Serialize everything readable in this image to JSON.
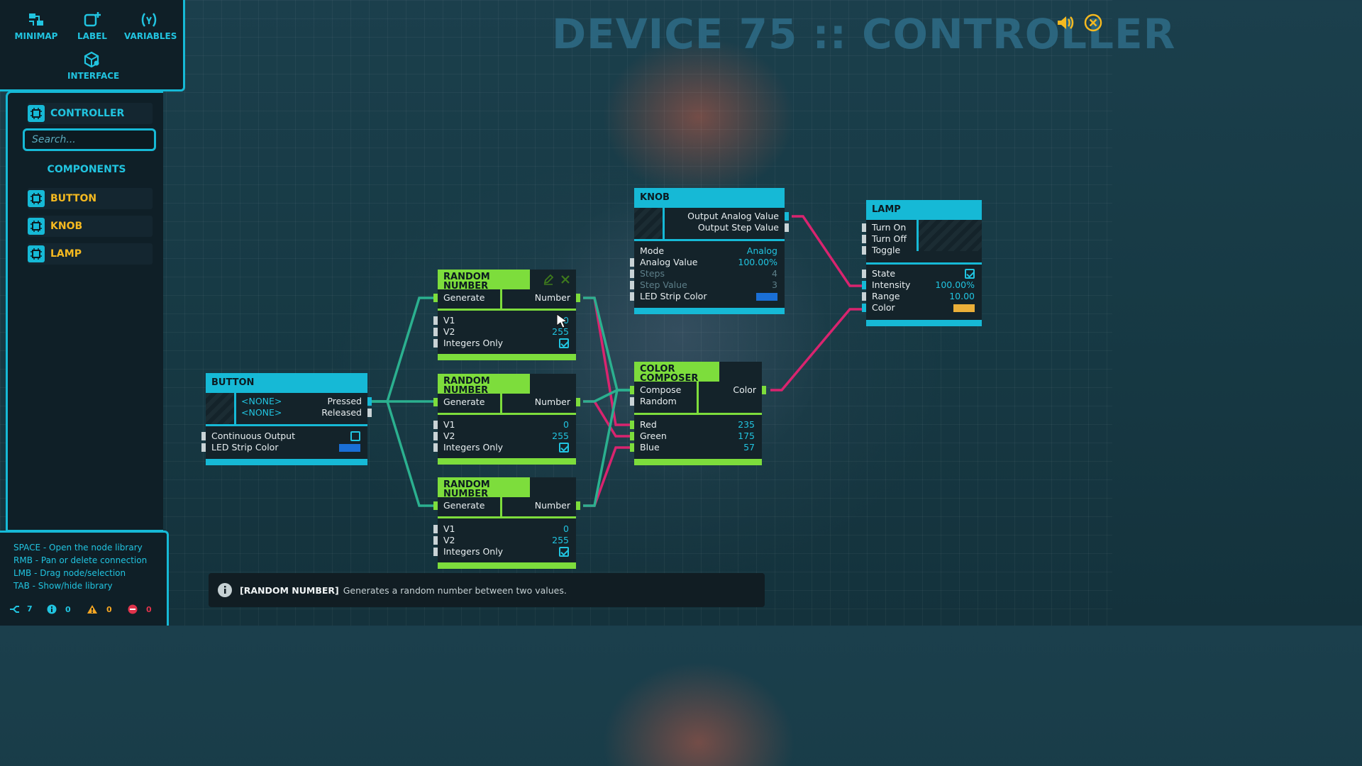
{
  "title": "DEVICE 75 :: CONTROLLER",
  "toolbar": {
    "minimap": "MINIMAP",
    "label": "LABEL",
    "variables": "VARIABLES",
    "interface": "INTERFACE"
  },
  "sidebar": {
    "header": "CONTROLLER",
    "search_placeholder": "Search...",
    "components_title": "COMPONENTS",
    "components": [
      {
        "label": "BUTTON"
      },
      {
        "label": "KNOB"
      },
      {
        "label": "LAMP"
      }
    ]
  },
  "help": {
    "lines": [
      "SPACE - Open the node library",
      "RMB - Pan or delete connection",
      "LMB - Drag node/selection",
      "TAB - Show/hide library"
    ]
  },
  "stats": {
    "connections": "7",
    "info": "0",
    "warnings": "0",
    "errors": "0"
  },
  "nodes": {
    "button": {
      "title": "BUTTON",
      "outputs": [
        {
          "binding": "<NONE>",
          "label": "Pressed"
        },
        {
          "binding": "<NONE>",
          "label": "Released"
        }
      ],
      "continuous_output": "Continuous Output",
      "led_strip_color": "LED Strip Color",
      "led_color_value": "#1a6fd6"
    },
    "knob": {
      "title": "KNOB",
      "outputs": [
        "Output Analog Value",
        "Output Step Value"
      ],
      "mode_label": "Mode",
      "mode_value": "Analog",
      "analog_label": "Analog Value",
      "analog_value": "100.00%",
      "steps_label": "Steps",
      "steps_value": "4",
      "stepvalue_label": "Step Value",
      "stepvalue_value": "3",
      "led_label": "LED Strip Color",
      "led_color_value": "#1a6fd6"
    },
    "lamp": {
      "title": "LAMP",
      "inputs": [
        "Turn On",
        "Turn Off",
        "Toggle"
      ],
      "state_label": "State",
      "intensity_label": "Intensity",
      "intensity_value": "100.00%",
      "range_label": "Range",
      "range_value": "10.00",
      "color_label": "Color",
      "color_value": "#ebaf39"
    },
    "random": [
      {
        "title": "RANDOM NUMBER",
        "generate": "Generate",
        "number": "Number",
        "v1_label": "V1",
        "v1": "0",
        "v2_label": "V2",
        "v2": "255",
        "integers": "Integers Only"
      },
      {
        "title": "RANDOM NUMBER",
        "generate": "Generate",
        "number": "Number",
        "v1_label": "V1",
        "v1": "0",
        "v2_label": "V2",
        "v2": "255",
        "integers": "Integers Only"
      },
      {
        "title": "RANDOM NUMBER",
        "generate": "Generate",
        "number": "Number",
        "v1_label": "V1",
        "v1": "0",
        "v2_label": "V2",
        "v2": "255",
        "integers": "Integers Only"
      }
    ],
    "composer": {
      "title": "COLOR COMPOSER",
      "compose": "Compose",
      "random": "Random",
      "color": "Color",
      "red_label": "Red",
      "red": "235",
      "green_label": "Green",
      "green": "175",
      "blue_label": "Blue",
      "blue": "57"
    }
  },
  "tooltip": {
    "tag": "[RANDOM NUMBER]",
    "text": "Generates a random number between two values."
  },
  "colors": {
    "accent": "#16b9d6",
    "node_green": "#7ddd3c",
    "wire_pink": "#d9246f",
    "wire_teal": "#2bb08f",
    "component_text": "#f5b920"
  }
}
